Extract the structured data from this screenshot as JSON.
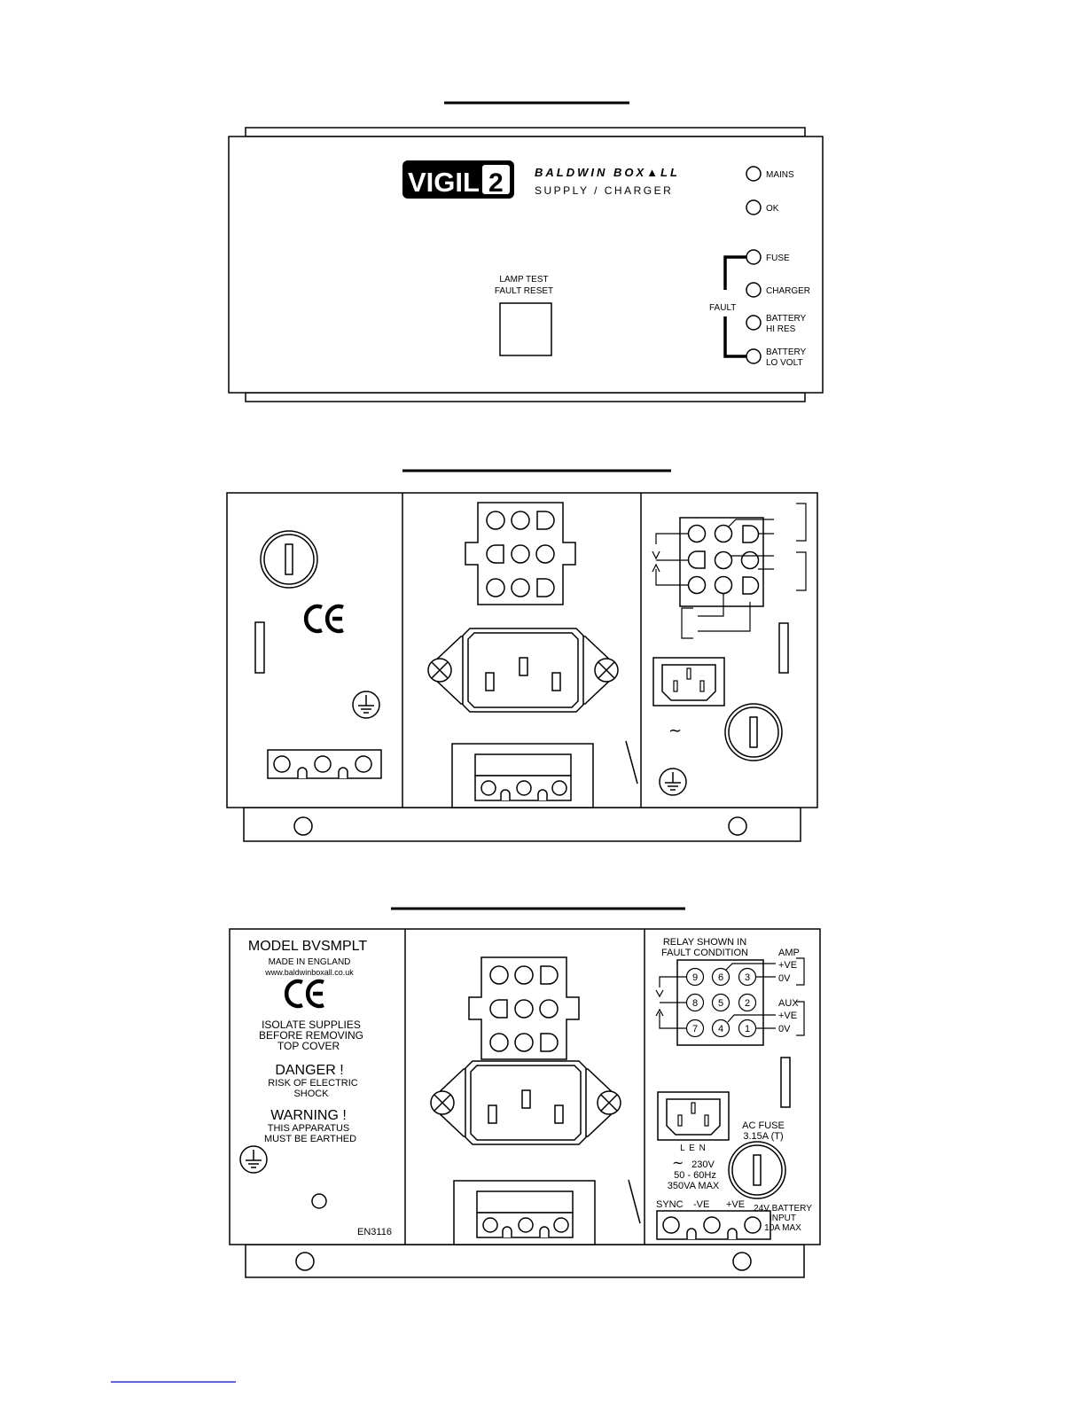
{
  "front": {
    "logo_word": "VIGIL",
    "logo_number": "2",
    "brand": "BALDWIN BOX▲LL",
    "product": "SUPPLY / CHARGER",
    "button_line1": "LAMP TEST",
    "button_line2": "FAULT RESET",
    "fault_label": "FAULT",
    "indicators": {
      "mains": "MAINS",
      "ok": "OK",
      "fuse": "FUSE",
      "charger": "CHARGER",
      "battery_hi_1": "BATTERY",
      "battery_hi_2": "HI RES",
      "battery_lo_1": "BATTERY",
      "battery_lo_2": "LO VOLT"
    }
  },
  "rear": {
    "model": "MODEL BVSMPLT",
    "made_in": "MADE IN ENGLAND",
    "website": "www.baldwinboxall.co.uk",
    "ce_mark": "CE",
    "isolate_1": "ISOLATE SUPPLIES",
    "isolate_2": "BEFORE REMOVING",
    "isolate_3": "TOP COVER",
    "danger": "DANGER !",
    "danger_1": "RISK OF ELECTRIC",
    "danger_2": "SHOCK",
    "warning": "WARNING !",
    "warning_1": "THIS APPARATUS",
    "warning_2": "MUST BE EARTHED",
    "doc_code": "EN3116",
    "relay_1": "RELAY SHOWN IN",
    "relay_2": "FAULT CONDITION",
    "amp": "AMP",
    "aux": "AUX",
    "pos_ve": "+VE",
    "zero_v": "0V",
    "pins": [
      "9",
      "6",
      "3",
      "8",
      "5",
      "2",
      "7",
      "4",
      "1"
    ],
    "len_label": "L   E   N",
    "ac_tilde": "∼",
    "ac_voltage": "230V",
    "ac_freq": "50 - 60Hz",
    "ac_power": "350VA MAX",
    "ac_fuse_1": "AC FUSE",
    "ac_fuse_2": "3.15A (T)",
    "sync": "SYNC",
    "neg_ve": "-VE",
    "battery_1": "24V BATTERY",
    "battery_2": "INPUT",
    "battery_3": "10A MAX"
  },
  "colors": {
    "ink": "#000000",
    "paper": "#ffffff",
    "link_underline": "#0000ff"
  }
}
